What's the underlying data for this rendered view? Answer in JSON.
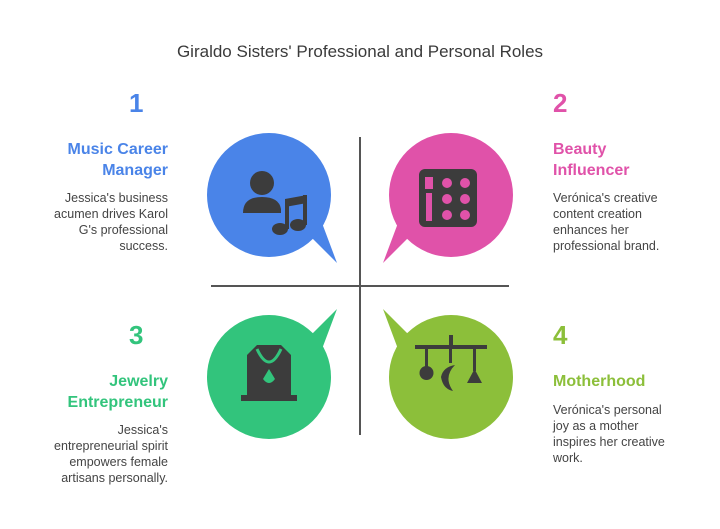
{
  "title": "Giraldo Sisters' Professional and Personal Roles",
  "colors": {
    "blue": "#4a84e8",
    "pink": "#e052a9",
    "green": "#32c47c",
    "olive": "#8cbf3a",
    "icon": "#3c3c3c"
  },
  "quadrants": [
    {
      "number": "1",
      "heading_line1": "Music Career",
      "heading_line2": "Manager",
      "desc_lines": [
        "Jessica's business",
        "acumen drives Karol",
        "G's professional",
        "success."
      ],
      "icon": "person-music-note-icon"
    },
    {
      "number": "2",
      "heading_line1": "Beauty",
      "heading_line2": "Influencer",
      "desc_lines": [
        "Verónica's creative",
        "content creation",
        "enhances her",
        "professional brand."
      ],
      "icon": "makeup-palette-icon"
    },
    {
      "number": "3",
      "heading_line1": "Jewelry",
      "heading_line2": "Entrepreneur",
      "desc_lines": [
        "Jessica's",
        "entrepreneurial spirit",
        "empowers female",
        "artisans personally."
      ],
      "icon": "necklace-bust-icon"
    },
    {
      "number": "4",
      "heading_line1": "Motherhood",
      "heading_line2": "",
      "desc_lines": [
        "Verónica's personal",
        "joy as a mother",
        "inspires her creative",
        "work."
      ],
      "icon": "baby-mobile-icon"
    }
  ]
}
